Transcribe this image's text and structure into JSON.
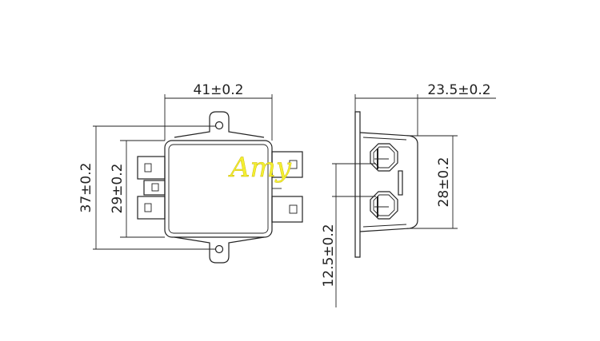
{
  "watermark": "Amy",
  "dimensions": {
    "front_width": "41±0.2",
    "front_height_outer": "37±0.2",
    "front_height_body": "29±0.2",
    "side_depth": "23.5±0.2",
    "side_height": "28±0.2",
    "side_pitch": "12.5±0.2"
  },
  "colors": {
    "line": "#222222",
    "watermark": "#f3ef32"
  }
}
